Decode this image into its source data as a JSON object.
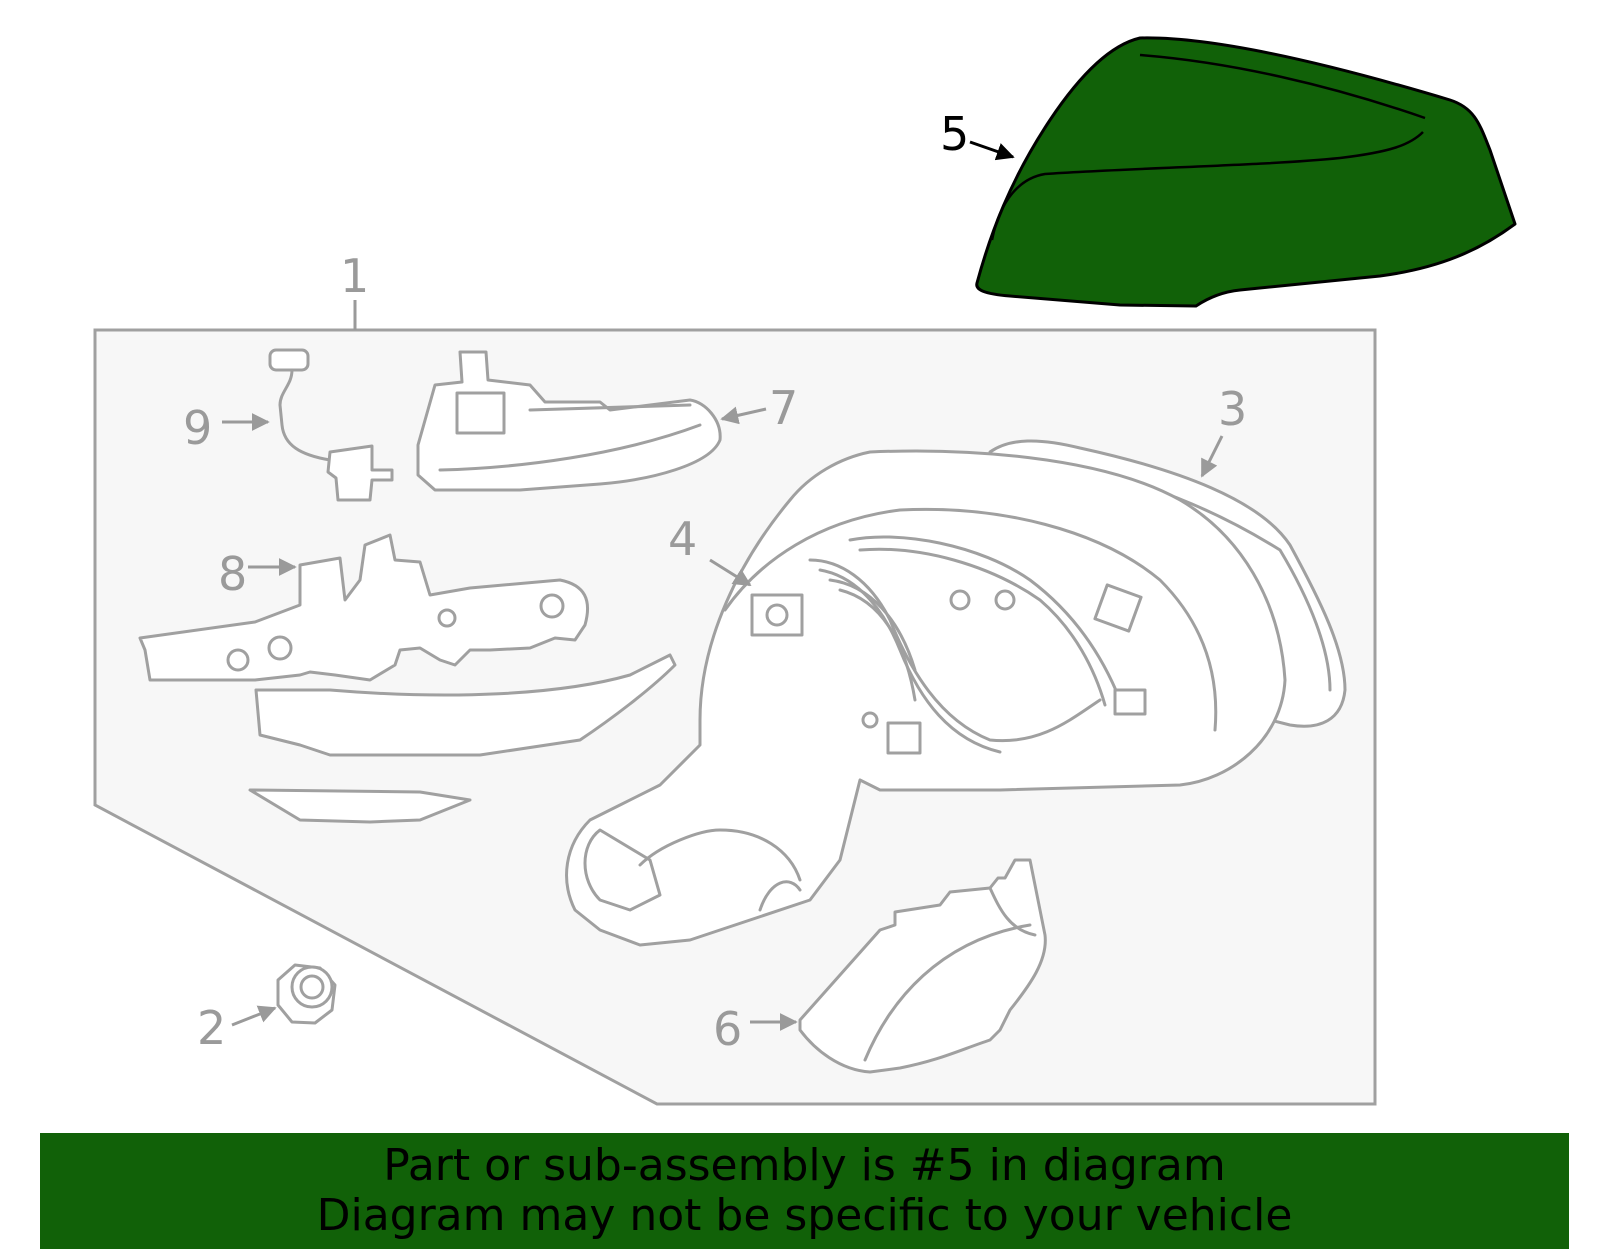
{
  "diagram": {
    "callouts": [
      {
        "number": "1",
        "highlighted": false
      },
      {
        "number": "2",
        "highlighted": false
      },
      {
        "number": "3",
        "highlighted": false
      },
      {
        "number": "4",
        "highlighted": false
      },
      {
        "number": "5",
        "highlighted": true
      },
      {
        "number": "6",
        "highlighted": false
      },
      {
        "number": "7",
        "highlighted": false
      },
      {
        "number": "8",
        "highlighted": false
      },
      {
        "number": "9",
        "highlighted": false
      }
    ],
    "colors": {
      "highlight_fill": "#116108",
      "outline": "#a0a0a0",
      "panel_fill": "#f7f7f7",
      "banner_bg": "#116108"
    }
  },
  "banner": {
    "line1": "Part or sub-assembly is #5 in diagram",
    "line2": "Diagram may not be specific to your vehicle"
  }
}
